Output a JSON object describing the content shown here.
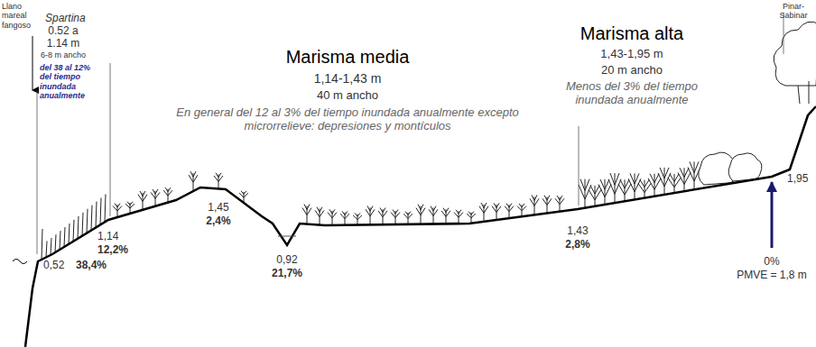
{
  "diagram": {
    "labels": [
      "Llano mareal fangoso",
      "Spartina",
      "0.52 a 1.14 m",
      "6-8 m ancho",
      "del 38 al 12% del tiempo inundada anualmente",
      "Marisma media",
      "1,14-1,43 m",
      "40 m ancho",
      "En general del 12 al 3% del tiempo inundada anualmente excepto microrrelieve: depresiones y montículos",
      "Marisma alta",
      "1,43-1,95 m",
      "20 m ancho",
      "Menos del 3% del tiempo inundada anualmente",
      "Pinar-Sabinar",
      "1,14",
      "12,2%",
      "1,45",
      "2,4%",
      "0,92",
      "21,7%",
      "1,43",
      "2,8%",
      "1,95",
      "0%",
      "PMVE = 1,8 m",
      "0,52",
      "38,4%"
    ]
  }
}
